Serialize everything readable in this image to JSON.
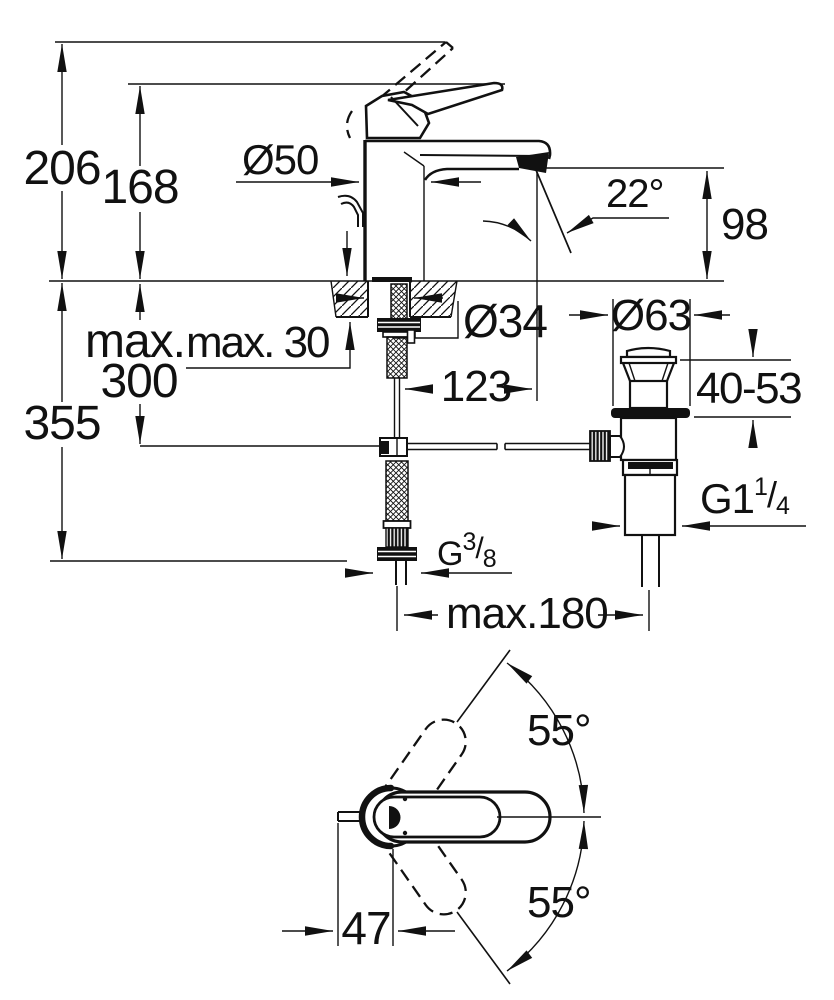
{
  "drawing": {
    "labels": {
      "height_overall": "206",
      "height_to_lever": "168",
      "body_diameter": "Ø50",
      "spout_angle": "22°",
      "spout_height": "98",
      "hose_max_prefix": "max.",
      "hose_max_value": "300",
      "deck_max_thickness": "max. 30",
      "height_under_deck": "355",
      "hole_diameter": "Ø34",
      "spout_reach": "123",
      "waste_flange_diameter": "Ø63",
      "waste_deck_range": "40-53",
      "rod_max_distance": "max.180",
      "swivel_upper": "55°",
      "swivel_lower": "55°",
      "handle_offset": "47",
      "waste_thread": {
        "main": "G1",
        "sup": "1",
        "slash": "/",
        "sub": "4"
      },
      "supply_thread": {
        "main": "G",
        "sup": "3",
        "slash": "/",
        "sub": "8"
      }
    },
    "colors": {
      "ink": "#111111",
      "paper": "#ffffff"
    }
  }
}
